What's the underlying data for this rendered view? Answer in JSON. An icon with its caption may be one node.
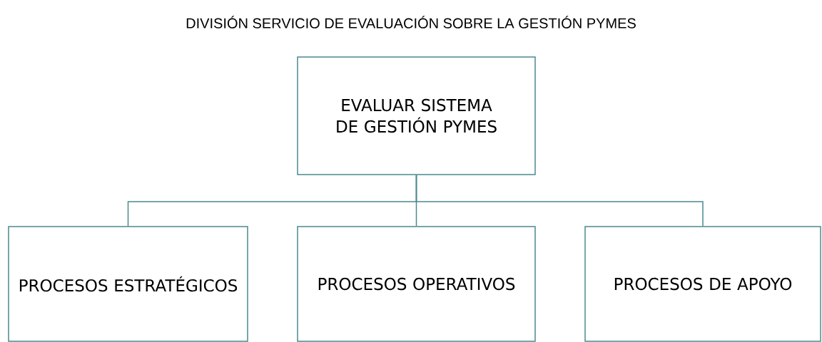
{
  "diagram": {
    "title": "DIVISIÓN SERVICIO DE EVALUACIÓN SOBRE LA GESTIÓN PYMES",
    "nodes": [
      {
        "text": [
          "EVALUAR SISTEMA DE GESTIÓN PYMES"
        ]
      },
      {
        "text": [
          "PROCESOS ESTRATÉGICOS"
        ]
      },
      {
        "text": [
          "PROCESOS OPERATIVOS"
        ]
      },
      {
        "text": [
          "PROCESOS DE APOYO"
        ]
      }
    ],
    "edges": [
      {
        "from": 0,
        "to": 1,
        "arrow": "none"
      },
      {
        "from": 0,
        "to": 2,
        "arrow": "none"
      },
      {
        "from": 0,
        "to": 3,
        "arrow": "none"
      }
    ]
  }
}
